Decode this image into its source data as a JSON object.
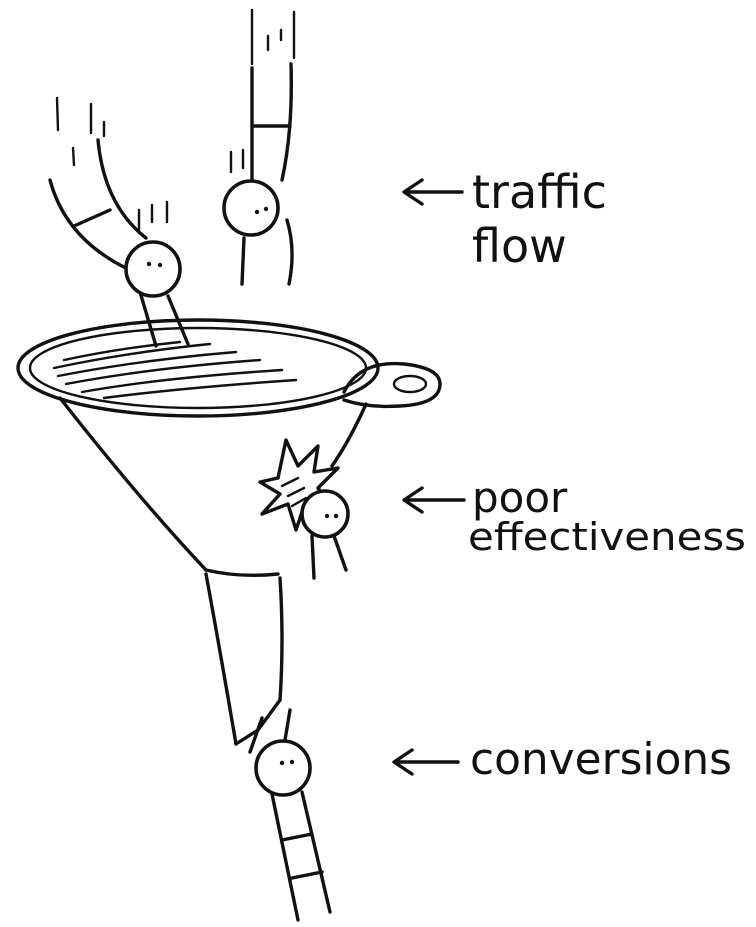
{
  "labels": {
    "traffic_line1": "traffic",
    "traffic_line2": "flow",
    "poor_line1": "poor",
    "poor_line2": "effectiveness",
    "conversions": "conversions"
  },
  "colors": {
    "ink": "#111111",
    "paper": "#ffffff"
  }
}
